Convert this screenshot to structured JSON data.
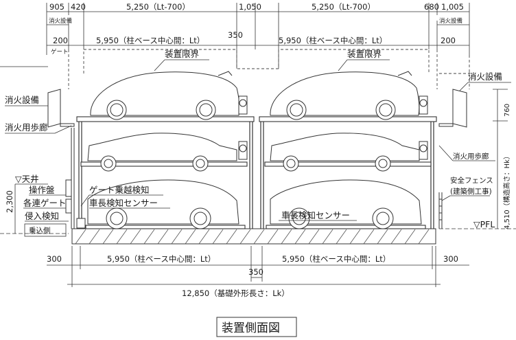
{
  "title": "装置側面図",
  "dims_top_row1": [
    "905",
    "420",
    "5,250（Lt-700）",
    "1,050",
    "5,250（Lt-700）",
    "680",
    "1,005"
  ],
  "dims_top_row2": [
    "200",
    "5,950（柱ベース中心間：Lt）",
    "350",
    "5,950（柱ベース中心間：Lt）",
    "200"
  ],
  "small_labels": {
    "fire_left": "消火設備",
    "fire_right": "消火設備",
    "gate_top": "ゲート"
  },
  "labels": {
    "device_limit_left": "装置限界",
    "device_limit_right": "装置限界",
    "fire_equipment_left": "消火設備",
    "fire_walkway_left": "消火用歩廊",
    "fire_equipment_right": "消火設備",
    "fire_walkway_right": "消火用歩廊",
    "ceiling": "▽天井",
    "control_panel": "操作盤",
    "interlock_gate": "各連ゲート",
    "intrusion_detect": "侵入検知",
    "entry_side": "乗込側",
    "gate_detect": "ゲート乗越検知",
    "length_sensor_left": "車長検知センサー",
    "length_sensor_right": "車長検知センサー",
    "safety_fence": "安全フェンス",
    "fence_note": "(建築側工事)",
    "pfl": "▽PFL"
  },
  "dims_side": {
    "left_height": "2,300",
    "right_760": "760",
    "right_height": "4,510（構造高さ：Hk）"
  },
  "dims_bottom_row1": [
    "300",
    "5,950（柱ベース中心間：Lt）",
    "5,950（柱ベース中心間：Lt）",
    "300"
  ],
  "dims_bottom_mid": "350",
  "dims_total": "12,850（基礎外形長さ：Lk）"
}
